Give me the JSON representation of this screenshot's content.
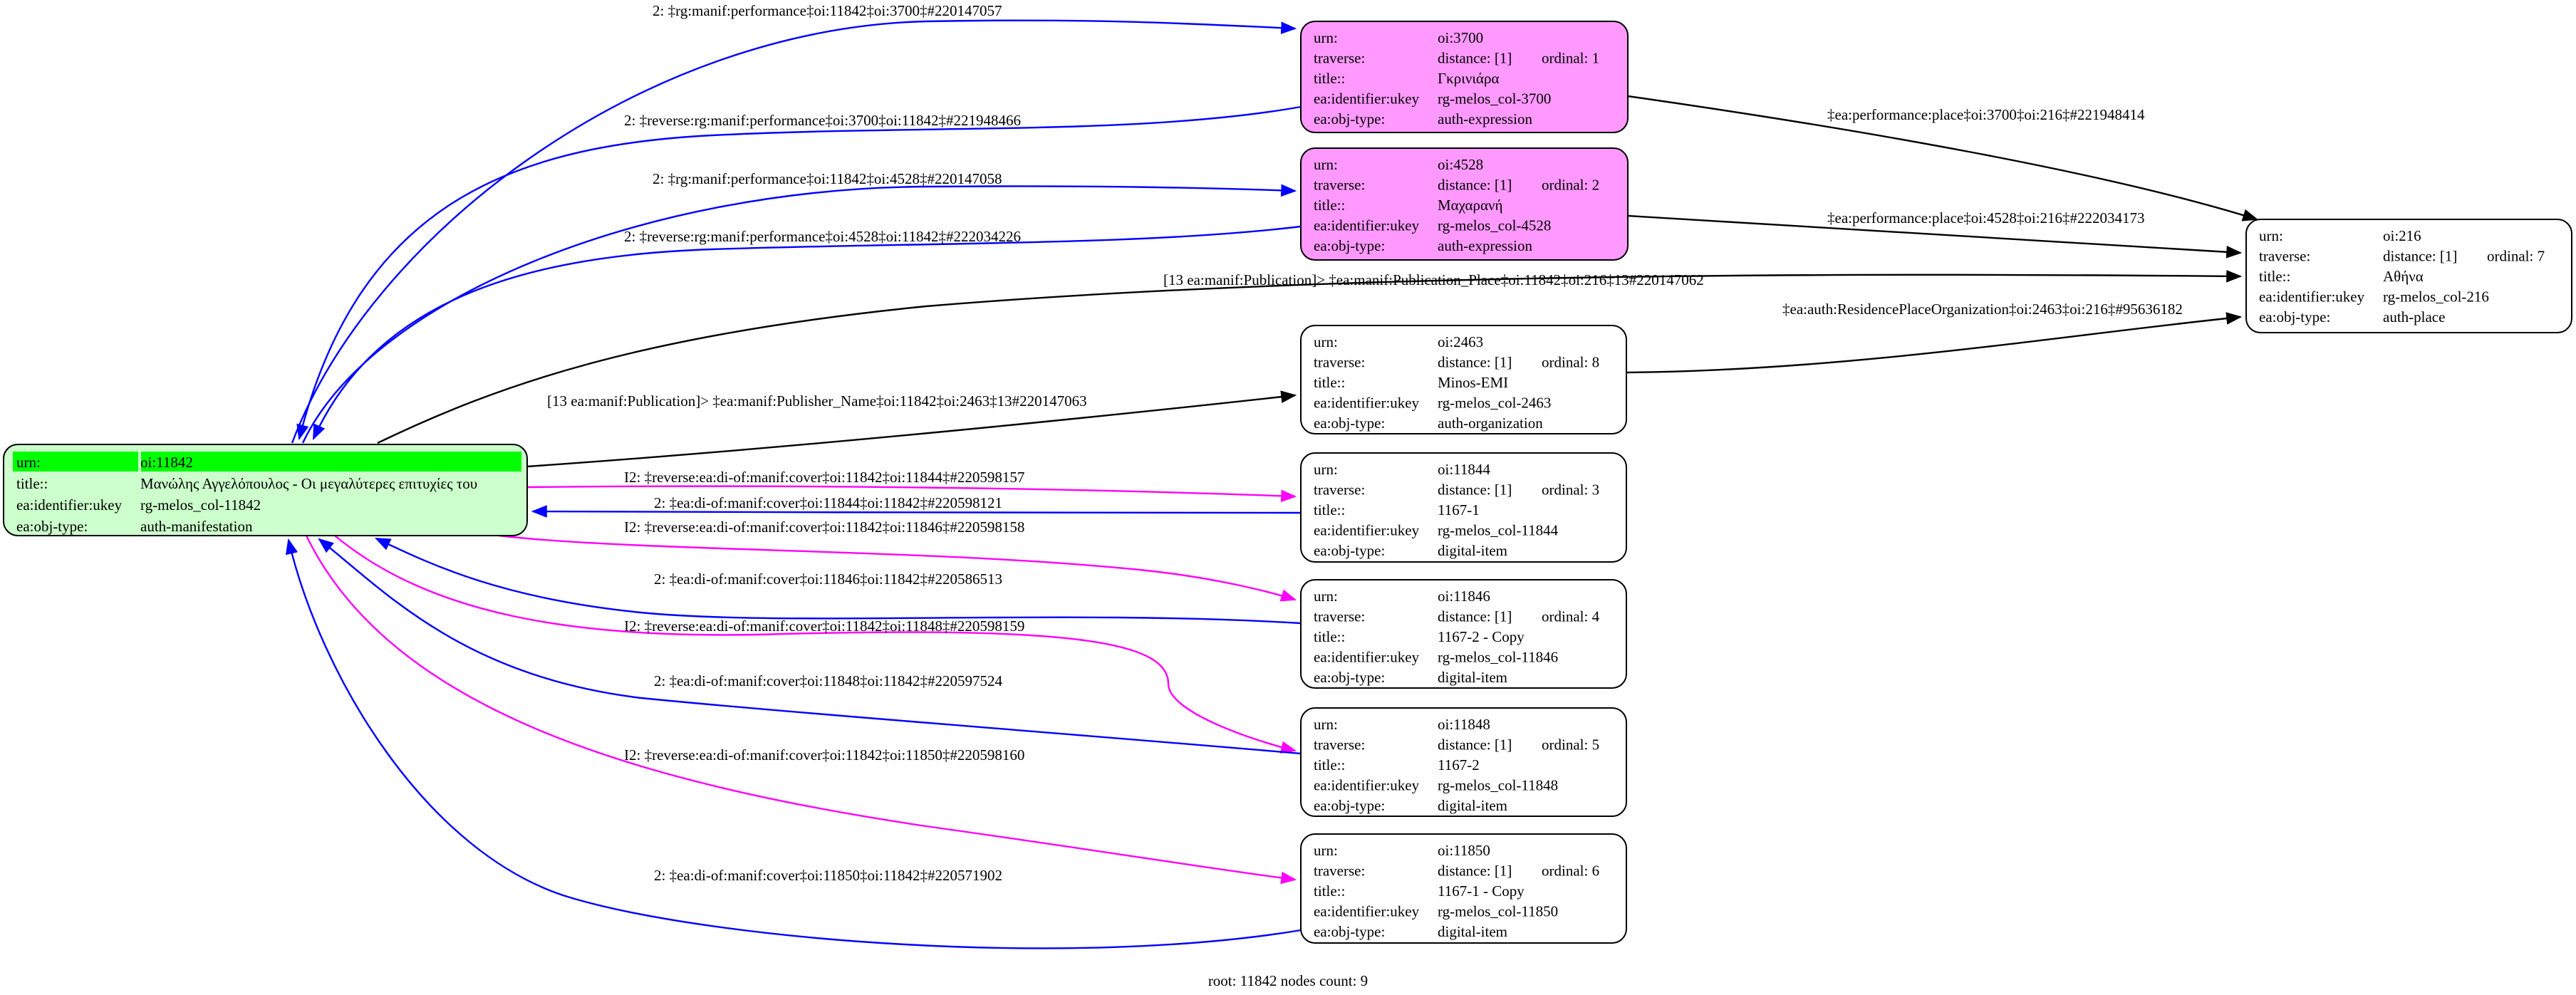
{
  "field_labels": {
    "urn": "urn:",
    "traverse": "traverse:",
    "title": "title::",
    "ukey": "ea:identifier:ukey",
    "obj_type": "ea:obj-type:"
  },
  "colors": {
    "root_fill": "#ccffcc",
    "root_highlight": "#00ff00",
    "expression_fill": "#ff99ff",
    "default_fill": "#ffffff",
    "edge_blue": "#0000ff",
    "edge_magenta": "#ff00ff",
    "edge_black": "#000000"
  },
  "nodes": [
    {
      "id": "11842",
      "root": true,
      "urn": "oi:11842",
      "title": "Μανώλης Αγγελόπουλος - Οι μεγαλύτερες επιτυχίες του",
      "ukey": "rg-melos_col-11842",
      "obj_type": "auth-manifestation",
      "fill": "#ccffcc"
    },
    {
      "id": "3700",
      "urn": "oi:3700",
      "distance": "distance: [1]",
      "ordinal": "ordinal: 1",
      "title": "Γκρινιάρα",
      "ukey": "rg-melos_col-3700",
      "obj_type": "auth-expression",
      "fill": "#ff99ff"
    },
    {
      "id": "4528",
      "urn": "oi:4528",
      "distance": "distance: [1]",
      "ordinal": "ordinal: 2",
      "title": "Μαχαρανή",
      "ukey": "rg-melos_col-4528",
      "obj_type": "auth-expression",
      "fill": "#ff99ff"
    },
    {
      "id": "216",
      "urn": "oi:216",
      "distance": "distance: [1]",
      "ordinal": "ordinal: 7",
      "title": "Αθήνα",
      "ukey": "rg-melos_col-216",
      "obj_type": "auth-place",
      "fill": "#ffffff"
    },
    {
      "id": "2463",
      "urn": "oi:2463",
      "distance": "distance: [1]",
      "ordinal": "ordinal: 8",
      "title": "Minos-EMI",
      "ukey": "rg-melos_col-2463",
      "obj_type": "auth-organization",
      "fill": "#ffffff"
    },
    {
      "id": "11844",
      "urn": "oi:11844",
      "distance": "distance: [1]",
      "ordinal": "ordinal: 3",
      "title": "1167-1",
      "ukey": "rg-melos_col-11844",
      "obj_type": "digital-item",
      "fill": "#ffffff"
    },
    {
      "id": "11846",
      "urn": "oi:11846",
      "distance": "distance: [1]",
      "ordinal": "ordinal: 4",
      "title": "1167-2 - Copy",
      "ukey": "rg-melos_col-11846",
      "obj_type": "digital-item",
      "fill": "#ffffff"
    },
    {
      "id": "11848",
      "urn": "oi:11848",
      "distance": "distance: [1]",
      "ordinal": "ordinal: 5",
      "title": "1167-2",
      "ukey": "rg-melos_col-11848",
      "obj_type": "digital-item",
      "fill": "#ffffff"
    },
    {
      "id": "11850",
      "urn": "oi:11850",
      "distance": "distance: [1]",
      "ordinal": "ordinal: 6",
      "title": "1167-1 - Copy",
      "ukey": "rg-melos_col-11850",
      "obj_type": "digital-item",
      "fill": "#ffffff"
    }
  ],
  "edges": [
    {
      "from": "11842",
      "to": "3700",
      "color": "#0000ff",
      "label": "2: ‡rg:manif:performance‡oi:11842‡oi:3700‡#220147057"
    },
    {
      "from": "3700",
      "to": "11842",
      "color": "#0000ff",
      "label": "2: ‡reverse:rg:manif:performance‡oi:3700‡oi:11842‡#221948466"
    },
    {
      "from": "11842",
      "to": "4528",
      "color": "#0000ff",
      "label": "2: ‡rg:manif:performance‡oi:11842‡oi:4528‡#220147058"
    },
    {
      "from": "4528",
      "to": "11842",
      "color": "#0000ff",
      "label": "2: ‡reverse:rg:manif:performance‡oi:4528‡oi:11842‡#222034226"
    },
    {
      "from": "11842",
      "to": "216",
      "color": "#000000",
      "label": "[13 ea:manif:Publication]> ‡ea:manif:Publication_Place‡oi:11842‡oi:216‡13#220147062"
    },
    {
      "from": "11842",
      "to": "2463",
      "color": "#000000",
      "label": "[13 ea:manif:Publication]> ‡ea:manif:Publisher_Name‡oi:11842‡oi:2463‡13#220147063"
    },
    {
      "from": "3700",
      "to": "216",
      "color": "#000000",
      "label": "‡ea:performance:place‡oi:3700‡oi:216‡#221948414"
    },
    {
      "from": "4528",
      "to": "216",
      "color": "#000000",
      "label": "‡ea:performance:place‡oi:4528‡oi:216‡#222034173"
    },
    {
      "from": "2463",
      "to": "216",
      "color": "#000000",
      "label": "‡ea:auth:ResidencePlaceOrganization‡oi:2463‡oi:216‡#95636182"
    },
    {
      "from": "11842",
      "to": "11844",
      "color": "#ff00ff",
      "label": "I2: ‡reverse:ea:di-of:manif:cover‡oi:11842‡oi:11844‡#220598157"
    },
    {
      "from": "11844",
      "to": "11842",
      "color": "#0000ff",
      "label": "2: ‡ea:di-of:manif:cover‡oi:11844‡oi:11842‡#220598121"
    },
    {
      "from": "11842",
      "to": "11846",
      "color": "#ff00ff",
      "label": "I2: ‡reverse:ea:di-of:manif:cover‡oi:11842‡oi:11846‡#220598158"
    },
    {
      "from": "11846",
      "to": "11842",
      "color": "#0000ff",
      "label": "2: ‡ea:di-of:manif:cover‡oi:11846‡oi:11842‡#220586513"
    },
    {
      "from": "11842",
      "to": "11848",
      "color": "#ff00ff",
      "label": "I2: ‡reverse:ea:di-of:manif:cover‡oi:11842‡oi:11848‡#220598159"
    },
    {
      "from": "11848",
      "to": "11842",
      "color": "#0000ff",
      "label": "2: ‡ea:di-of:manif:cover‡oi:11848‡oi:11842‡#220597524"
    },
    {
      "from": "11842",
      "to": "11850",
      "color": "#ff00ff",
      "label": "I2: ‡reverse:ea:di-of:manif:cover‡oi:11842‡oi:11850‡#220598160"
    },
    {
      "from": "11850",
      "to": "11842",
      "color": "#0000ff",
      "label": "2: ‡ea:di-of:manif:cover‡oi:11850‡oi:11842‡#220571902"
    }
  ],
  "footer": "root: 11842 nodes count: 9"
}
